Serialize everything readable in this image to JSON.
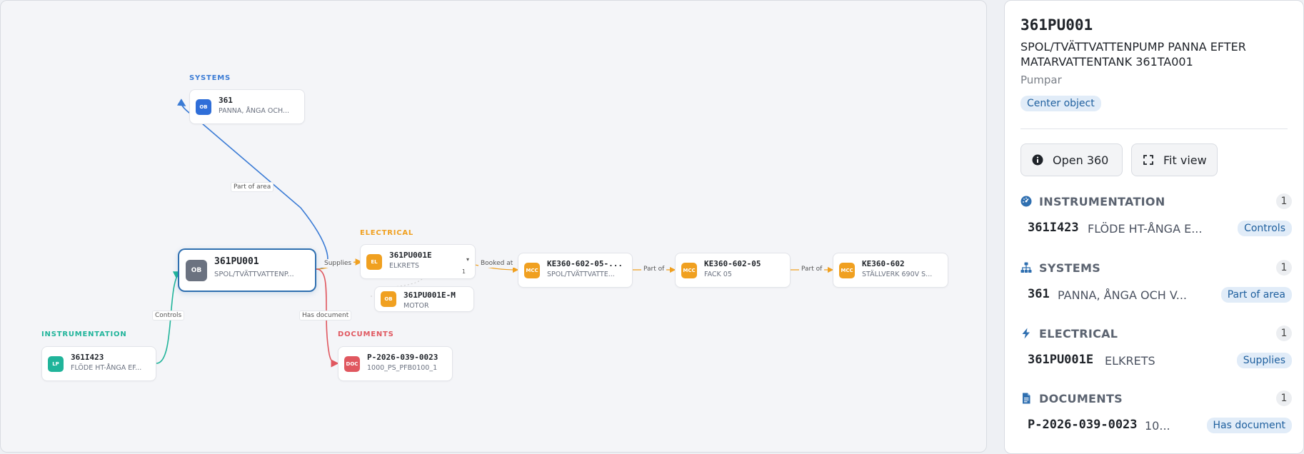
{
  "graph": {
    "groups": {
      "systems": "SYSTEMS",
      "electrical": "ELECTRICAL",
      "instrumentation": "INSTRUMENTATION",
      "documents": "DOCUMENTS"
    },
    "center": {
      "badge": "OB",
      "id": "361PU001",
      "sub": "SPOL/TVÄTTVATTENP..."
    },
    "nodes": [
      {
        "badge": "OB",
        "id": "361",
        "sub": "PANNA, ÅNGA OCH..."
      },
      {
        "badge": "EL",
        "id": "361PU001E",
        "sub": "ELKRETS",
        "caret": "▾",
        "count": "1"
      },
      {
        "badge": "OB",
        "id": "361PU001E-M",
        "sub": "MOTOR"
      },
      {
        "badge": "MCC",
        "id": "KE360-602-05-...",
        "sub": "SPOL/TVÄTTVATTE..."
      },
      {
        "badge": "MCC",
        "id": "KE360-602-05",
        "sub": "FACK 05"
      },
      {
        "badge": "MCC",
        "id": "KE360-602",
        "sub": "STÄLLVERK 690V S..."
      },
      {
        "badge": "LP",
        "id": "361I423",
        "sub": "FLÖDE HT-ÅNGA EF..."
      },
      {
        "badge": "DOC",
        "id": "P-2026-039-0023",
        "sub": "1000_PS_PFB0100_1"
      }
    ],
    "edge_labels": {
      "part_of_area": "Part of area",
      "supplies": "Supplies",
      "booked_at": "Booked at",
      "part_of_1": "Part of",
      "part_of_2": "Part of",
      "controls": "Controls",
      "has_document": "Has document"
    },
    "colors": {
      "systems": "#3a7bd5",
      "electrical": "#f0a020",
      "instrumentation": "#20b49a",
      "documents": "#e0575f",
      "object": "#6b7280",
      "center_border": "#2f6fb0"
    }
  },
  "panel": {
    "title": "361PU001",
    "description": "SPOL/TVÄTTVATTENPUMP PANNA EFTER MATARVATTENTANK 361TA001",
    "category": "Pumpar",
    "center_pill": "Center object",
    "buttons": {
      "open": "Open 360",
      "fit": "Fit view"
    },
    "sections": [
      {
        "title": "INSTRUMENTATION",
        "count": "1",
        "icon": "gauge-icon",
        "item": {
          "id": "361I423",
          "desc": "FLÖDE HT-ÅNGA E...",
          "relation": "Controls"
        }
      },
      {
        "title": "SYSTEMS",
        "count": "1",
        "icon": "sitemap-icon",
        "item": {
          "id": "361",
          "desc": "PANNA, ÅNGA OCH V...",
          "relation": "Part of area"
        }
      },
      {
        "title": "ELECTRICAL",
        "count": "1",
        "icon": "bolt-icon",
        "item": {
          "id": "361PU001E",
          "desc": "ELKRETS",
          "relation": "Supplies"
        }
      },
      {
        "title": "DOCUMENTS",
        "count": "1",
        "icon": "document-icon",
        "item": {
          "id": "P-2026-039-0023",
          "desc": "10...",
          "relation": "Has document"
        }
      }
    ]
  }
}
